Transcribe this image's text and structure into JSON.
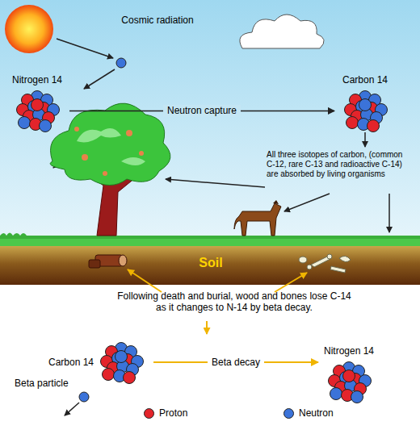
{
  "diagram": {
    "nodes": [
      {
        "text": [
          "Nitrogen 14"
        ]
      },
      {
        "text": [
          "Carbon 14"
        ]
      },
      {
        "text": [
          "Carbon 14"
        ]
      },
      {
        "text": [
          "Nitrogen 14"
        ]
      }
    ],
    "edges": [
      {
        "from": 0,
        "to": 1,
        "arrow": "to",
        "label": "Neutron capture"
      },
      {
        "from": 2,
        "to": 3,
        "arrow": "to",
        "label": "Beta decay"
      }
    ],
    "labels": [
      "Cosmic radiation",
      "All three isotopes of carbon, (common C-12, rare C-13 and radioactive C-14) are absorbed by living organisms",
      "Soil",
      "Following death and burial, wood and bones lose C-14 as it changes to N-14 by beta decay.",
      "Beta particle"
    ],
    "legend": [
      {
        "text": "Proton",
        "color": "#e3242b"
      },
      {
        "text": "Neutron",
        "color": "#3b73d9"
      }
    ]
  }
}
